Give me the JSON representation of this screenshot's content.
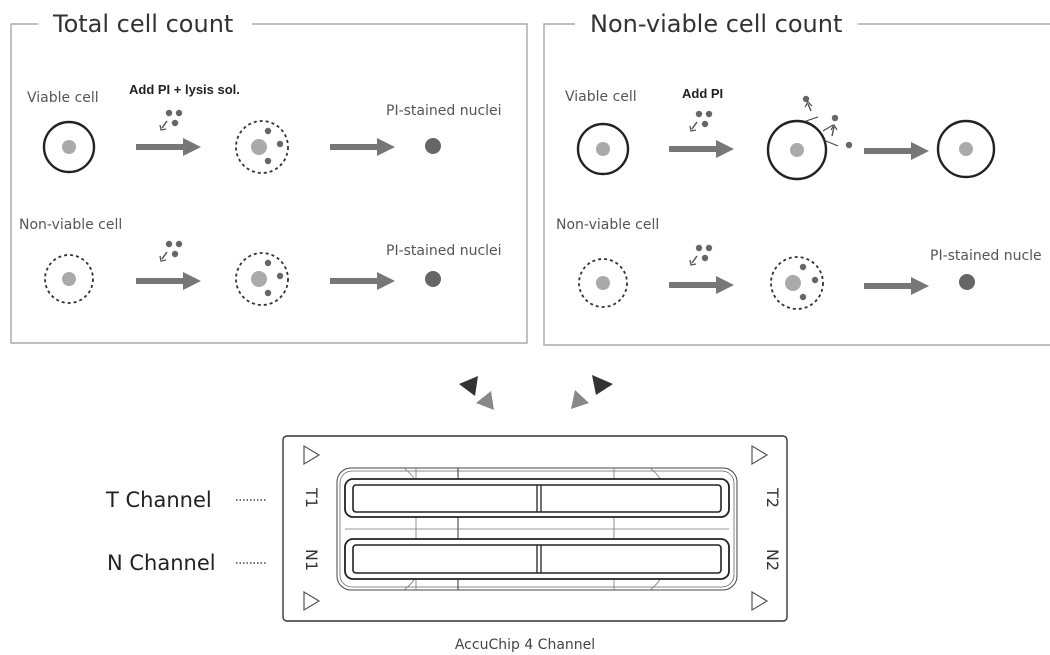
{
  "total_panel": {
    "title": "Total cell count",
    "viable_label": "Viable cell",
    "reagent_label": "Add PI + lysis sol.",
    "result_label_1": "PI-stained nuclei",
    "nonviable_label": "Non-viable cell",
    "result_label_2": "PI-stained nuclei"
  },
  "nonviable_panel": {
    "title": "Non-viable cell count",
    "viable_label": "Viable cell",
    "reagent_label": "Add PI",
    "nonviable_label": "Non-viable cell",
    "result_label": "PI-stained nucle"
  },
  "chip": {
    "t_channel_label": "T Channel",
    "n_channel_label": "N Channel",
    "t1": "T1",
    "t2": "T2",
    "n1": "N1",
    "n2": "N2",
    "caption": "AccuChip 4 Channel"
  },
  "colors": {
    "arrow": "#777777",
    "cell_nucleus": "#aaaaaa",
    "stained_nucleus": "#666666",
    "outline": "#222222",
    "panel_border": "#999999"
  }
}
